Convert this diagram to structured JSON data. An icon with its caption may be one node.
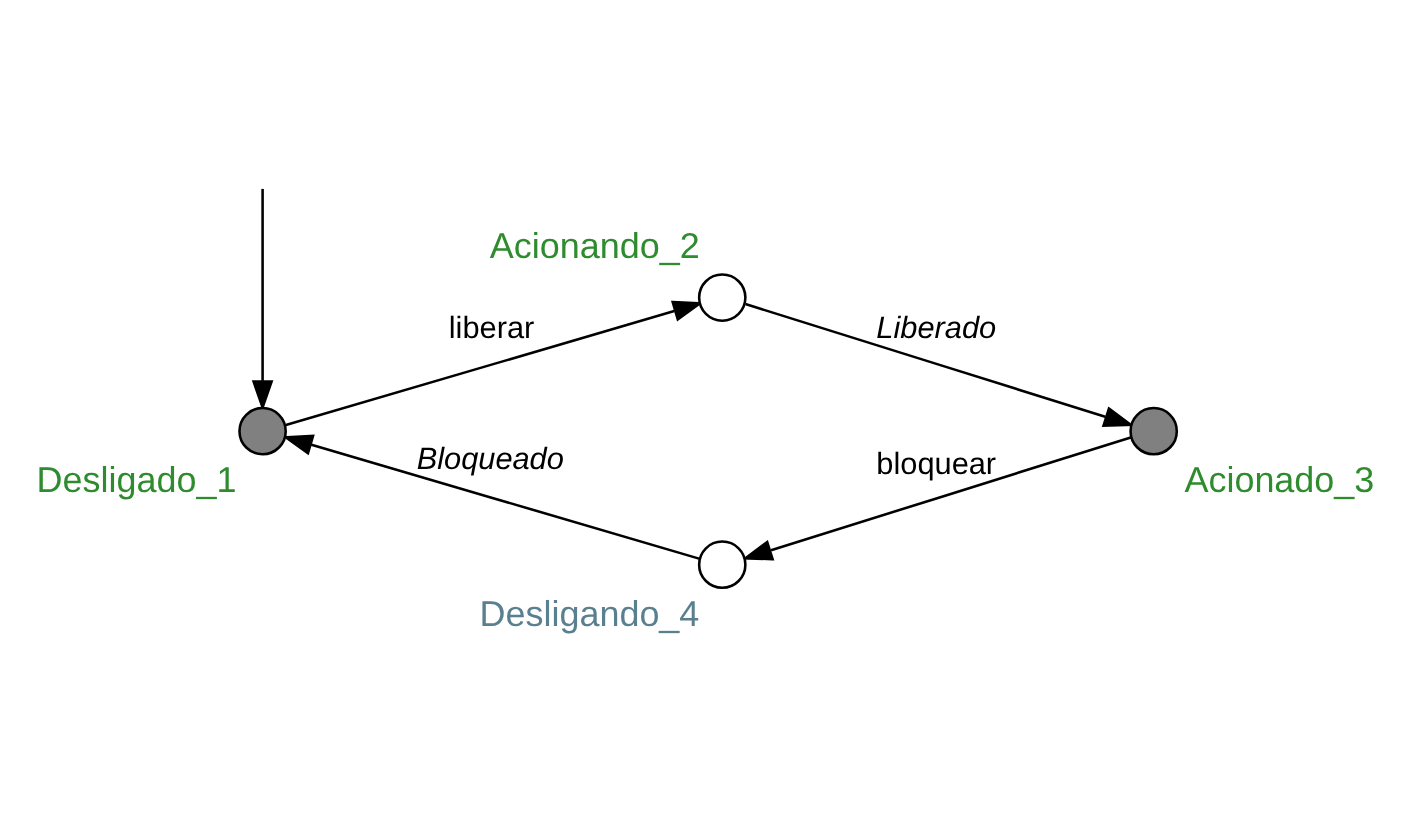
{
  "diagram": {
    "nodes": [
      {
        "text": [],
        "shape": "circle",
        "beside": [
          "Desligado_1"
        ]
      },
      {
        "text": [],
        "shape": "circle",
        "beside": [
          "Acionando_2"
        ]
      },
      {
        "text": [],
        "shape": "circle",
        "beside": [
          "Acionado_3"
        ]
      },
      {
        "text": [],
        "shape": "circle",
        "beside": [
          "Desligando_4"
        ]
      }
    ],
    "edges": [
      {
        "from": null,
        "to": 0,
        "arrow": "to"
      },
      {
        "from": 0,
        "to": 1,
        "arrow": "to",
        "label": "liberar"
      },
      {
        "from": 1,
        "to": 2,
        "arrow": "to",
        "label": "Liberado"
      },
      {
        "from": 2,
        "to": 3,
        "arrow": "to",
        "label": "bloquear"
      },
      {
        "from": 3,
        "to": 0,
        "arrow": "to",
        "label": "Bloqueado"
      }
    ]
  }
}
